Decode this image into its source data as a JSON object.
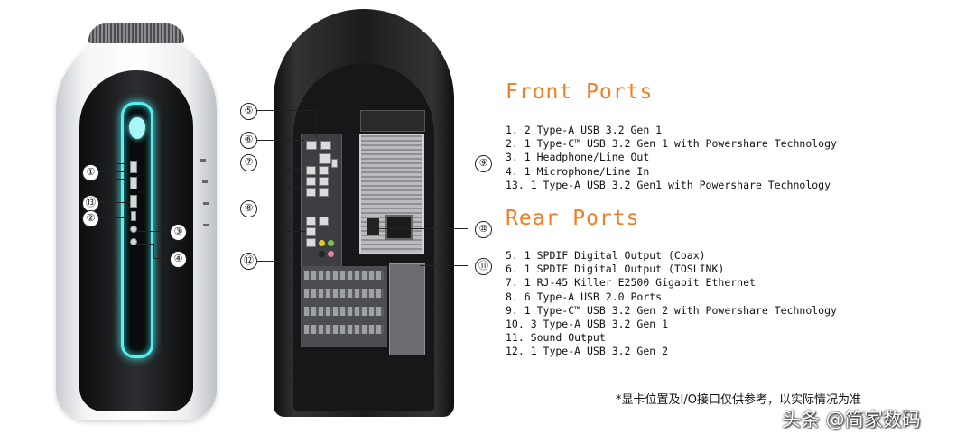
{
  "front_ports": {
    "title": "Front Ports",
    "items": [
      "1. 2 Type-A USB 3.2 Gen 1",
      "2. 1 Type-C™ USB 3.2 Gen 1 with Powershare Technology",
      "3. 1 Headphone/Line Out",
      "4. 1 Microphone/Line In",
      "13. 1 Type-A USB 3.2 Gen1 with Powershare Technology"
    ]
  },
  "rear_ports": {
    "title": "Rear Ports",
    "items": [
      "5. 1 SPDIF Digital Output (Coax)",
      "6. 1 SPDIF Digital Output (TOSLINK)",
      "7. 1 RJ-45 Killer E2500 Gigabit Ethernet",
      "8. 6 Type-A USB 2.0 Ports",
      "9. 1 Type-C™ USB 3.2 Gen 2 with Powershare Technology",
      "10. 3 Type-A USB 3.2 Gen 1",
      "11. Sound Output",
      "12. 1 Type-A USB 3.2 Gen 2"
    ]
  },
  "callouts": {
    "c1": "①",
    "c13": "⑬",
    "c2": "②",
    "c3": "③",
    "c4": "④",
    "c5": "⑤",
    "c6": "⑥",
    "c7": "⑦",
    "c8": "⑧",
    "c12": "⑫",
    "c9": "⑨",
    "c10": "⑩",
    "c11": "⑪"
  },
  "disclaimer": "*显卡位置及I/O接口仅供参考，以实际情况为准",
  "watermark": "头条 @简家数码",
  "colors": {
    "heading": "#f57c1f",
    "light_ring": "#57f0f0"
  }
}
